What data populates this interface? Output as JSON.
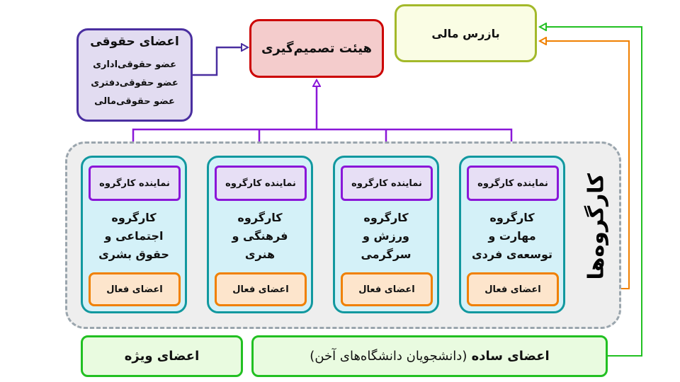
{
  "legal": {
    "title": "اعضای حقوقی",
    "items": [
      "عضو حقوقی‌اداری",
      "عضو حقوقی‌دفتری",
      "عضو حقوقی‌مالی"
    ]
  },
  "decision": {
    "title": "هیئت تصمیم‌گیری"
  },
  "finance": {
    "title": "بازرس مالی"
  },
  "workgroups": {
    "title": "کارگروه‌ها",
    "items": [
      {
        "rep": "نماینده کارگروه",
        "name": [
          "کارگروه",
          "مهارت و",
          "توسعه‌ی فردی"
        ],
        "active": "اعضای فعال"
      },
      {
        "rep": "نماینده کارگروه",
        "name": [
          "کارگروه",
          "ورزش و",
          "سرگرمی"
        ],
        "active": "اعضای فعال"
      },
      {
        "rep": "نماینده کارگروه",
        "name": [
          "کارگروه",
          "فرهنگی و",
          "هنری"
        ],
        "active": "اعضای فعال"
      },
      {
        "rep": "نماینده کارگروه",
        "name": [
          "کارگروه",
          "اجتماعی و",
          "حقوق بشری"
        ],
        "active": "اعضای فعال"
      }
    ]
  },
  "special": {
    "title": "اعضای ویژه"
  },
  "simple": {
    "title": "اعضای ساده",
    "note": "(دانشجویان دانشگاه‌های آخن)"
  }
}
